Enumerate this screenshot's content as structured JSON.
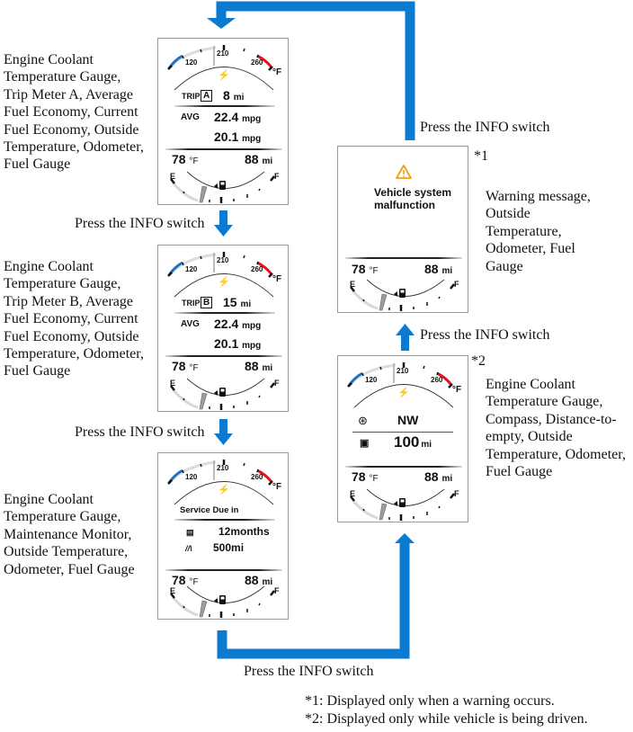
{
  "colors": {
    "arrow": "#0a7bd1",
    "cold": "#1d6fc2",
    "hot": "#e3121c",
    "warning": "#f5a000",
    "frame": "#9a9a9a"
  },
  "step_label": "Press the INFO switch",
  "temp_gauge": {
    "low": "120",
    "mid": "210",
    "high": "260",
    "unit": "°F"
  },
  "fuel_gauge": {
    "empty": "E",
    "full": "F"
  },
  "common": {
    "outside_temp": "78",
    "temp_unit": "°F",
    "odometer": "88",
    "odo_unit": "mi"
  },
  "panels": {
    "trip_a": {
      "trip_label": "TRIP",
      "trip_letter": "A",
      "trip_value": "8",
      "trip_unit": "mi",
      "avg_label": "AVG",
      "avg_value": "22.4",
      "avg_unit": "mpg",
      "current_value": "20.1",
      "current_unit": "mpg",
      "description": "Engine Coolant Temperature Gauge, Trip Meter A, Average Fuel Economy, Current Fuel Economy, Outside Temperature, Odometer, Fuel Gauge"
    },
    "trip_b": {
      "trip_label": "TRIP",
      "trip_letter": "B",
      "trip_value": "15",
      "trip_unit": "mi",
      "avg_label": "AVG",
      "avg_value": "22.4",
      "avg_unit": "mpg",
      "current_value": "20.1",
      "current_unit": "mpg",
      "description": "Engine Coolant Temperature Gauge, Trip Meter B, Average Fuel Economy, Current Fuel Economy, Outside Temperature, Odometer, Fuel Gauge"
    },
    "maintenance": {
      "title": "Service Due in",
      "months_value": "12months",
      "distance_value": "500mi",
      "description": "Engine Coolant Temperature Gauge, Maintenance Monitor, Outside Temperature, Odometer, Fuel Gauge"
    },
    "compass": {
      "footnote_mark": "*2",
      "heading": "NW",
      "dte_value": "100",
      "dte_unit": "mi",
      "description": "Engine Coolant Temperature Gauge, Compass, Distance-to-empty, Outside Temperature, Odometer, Fuel Gauge"
    },
    "warning": {
      "footnote_mark": "*1",
      "message_line1": "Vehicle system",
      "message_line2": "malfunction",
      "description": "Warning message, Outside Temperature, Odometer, Fuel Gauge"
    }
  },
  "footnotes": [
    "*1: Displayed only when a warning occurs.",
    "*2: Displayed only while vehicle is being driven."
  ]
}
